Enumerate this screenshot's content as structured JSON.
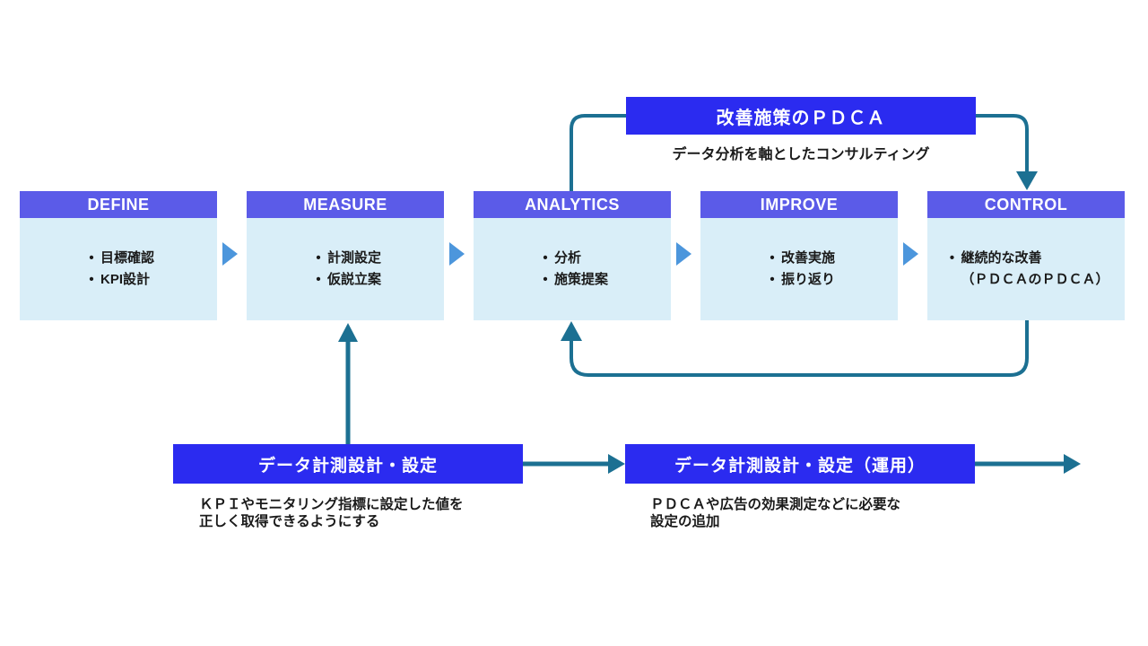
{
  "title_banner": {
    "label": "改善施策のＰＤＣＡ",
    "subtitle": "データ分析を軸としたコンサルティング"
  },
  "stages": [
    {
      "title": "DEFINE",
      "lines": [
        {
          "m": "•",
          "t": "目標確認"
        },
        {
          "m": "•",
          "t": "KPI設計"
        }
      ]
    },
    {
      "title": "MEASURE",
      "lines": [
        {
          "m": "•",
          "t": "計測設定"
        },
        {
          "m": "•",
          "t": "仮説立案"
        }
      ]
    },
    {
      "title": "ANALYTICS",
      "lines": [
        {
          "m": "•",
          "t": "分析"
        },
        {
          "m": "•",
          "t": "施策提案"
        }
      ]
    },
    {
      "title": "IMPROVE",
      "lines": [
        {
          "m": "•",
          "t": "改善実施"
        },
        {
          "m": "•",
          "t": "振り返り"
        }
      ]
    },
    {
      "title": "CONTROL",
      "lines": [
        {
          "m": "•",
          "t": "継続的な改善"
        },
        {
          "m": "",
          "t": "（ＰＤＣＡのＰＤＣＡ）"
        }
      ]
    }
  ],
  "bottom_banners": [
    {
      "label": "データ計測設計・設定",
      "description_lines": [
        "ＫＰＩやモニタリング指標に設定した値を",
        "正しく取得できるようにする"
      ]
    },
    {
      "label": "データ計測設計・設定（運用）",
      "description_lines": [
        "ＰＤＣＡや広告の効果測定などに必要な",
        "設定の追加"
      ]
    }
  ],
  "icons": {
    "flow_chevron": "triangle-right",
    "arrow_down": "triangle-down",
    "arrow_up": "triangle-up",
    "arrow_right": "triangle-right"
  },
  "colors": {
    "primary_banner_blue": "#2B2BF0",
    "stage_header_blue": "#5B5BE8",
    "stage_body_blue": "#D9EEF8",
    "connector_teal": "#1C7092",
    "chevron_blue": "#4C96DC",
    "text_black": "#1A1A1A",
    "text_white": "#FFFFFF"
  }
}
